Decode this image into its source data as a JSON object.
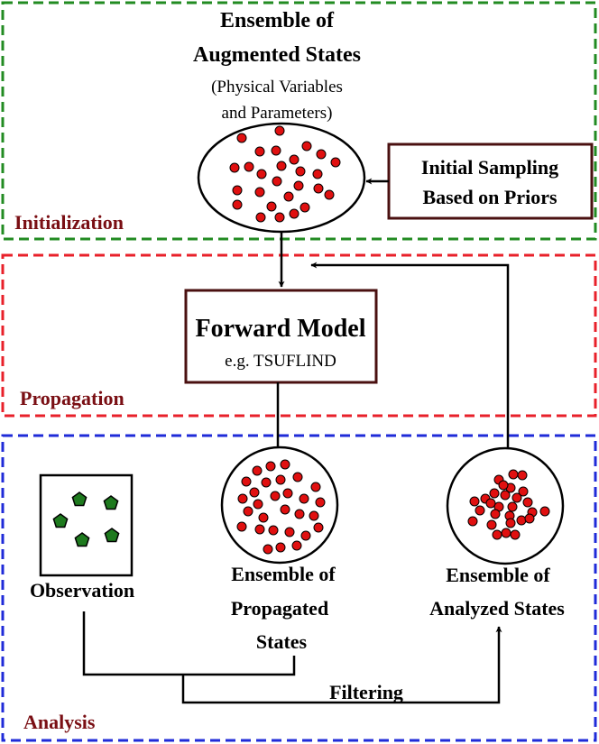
{
  "colors": {
    "initialization_border": "#228B22",
    "propagation_border": "#E8202A",
    "analysis_border": "#1F2BD8",
    "section_label": "#7A0F14",
    "box_border": "#4A1010",
    "particle": "#E01010",
    "observation_marker": "#1E7A1E"
  },
  "sections": {
    "initialization": "Initialization",
    "propagation": "Propagation",
    "analysis": "Analysis"
  },
  "augmented": {
    "title_line1": "Ensemble of",
    "title_line2": "Augmented States",
    "subtitle_line1": "(Physical Variables",
    "subtitle_line2": "and Parameters)"
  },
  "sampling": {
    "line1": "Initial Sampling",
    "line2": "Based on Priors"
  },
  "forward_model": {
    "title": "Forward Model",
    "subtitle": "e.g. TSUFLIND"
  },
  "observation": {
    "label": "Observation"
  },
  "propagated": {
    "line1": "Ensemble of",
    "line2": "Propagated",
    "line3": "States"
  },
  "analyzed": {
    "line1": "Ensemble of",
    "line2": "Analyzed States"
  },
  "filtering": {
    "label": "Filtering"
  }
}
